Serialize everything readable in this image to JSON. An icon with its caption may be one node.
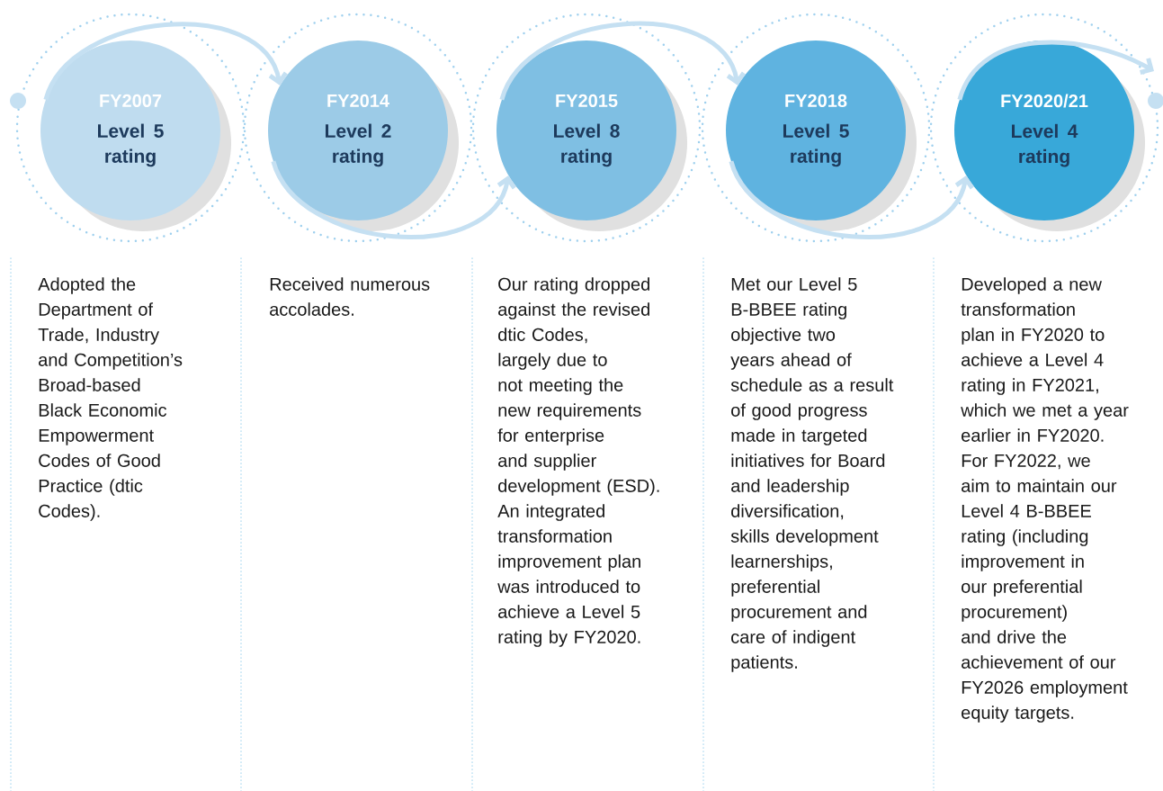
{
  "diagram": {
    "nodes": [
      {
        "text": [
          "FY2007",
          "Level 5 rating"
        ],
        "beside": [
          "Adopted the Department of Trade, Industry and Competition’s Broad-based Black Economic Empowerment Codes of Good Practice (dtic Codes)."
        ]
      },
      {
        "text": [
          "FY2014",
          "Level 2 rating"
        ],
        "beside": [
          "Received numerous accolades."
        ]
      },
      {
        "text": [
          "FY2015",
          "Level 8 rating"
        ],
        "beside": [
          "Our rating dropped against the revised dtic Codes, largely due to not meeting the new requirements for enterprise and supplier development (ESD). An integrated transformation improvement plan was introduced to achieve a Level 5 rating by FY2020."
        ]
      },
      {
        "text": [
          "FY2018",
          "Level 5 rating"
        ],
        "beside": [
          "Met our Level 5 B-BBEE rating objective two years ahead of schedule as a result of good progress made in targeted initiatives for Board and leadership diversification, skills development learnerships, preferential procurement and care of indigent patients."
        ]
      },
      {
        "text": [
          "FY2020/21",
          "Level 4 rating"
        ],
        "beside": [
          "Developed a new transformation plan in FY2020 to achieve a Level 4 rating in FY2021, which we met a year earlier in FY2020. For FY2022, we aim to maintain our Level 4 B-BBEE rating (including improvement in our preferential procurement) and drive the achievement of our FY2026 employment equity targets."
        ]
      }
    ],
    "edges": [
      {
        "from": 0,
        "to": 1,
        "arrow": "to"
      },
      {
        "from": 1,
        "to": 2,
        "arrow": "to"
      },
      {
        "from": 2,
        "to": 3,
        "arrow": "to"
      },
      {
        "from": 3,
        "to": 4,
        "arrow": "to"
      },
      {
        "from": 4,
        "to": null,
        "arrow": "to"
      }
    ]
  }
}
